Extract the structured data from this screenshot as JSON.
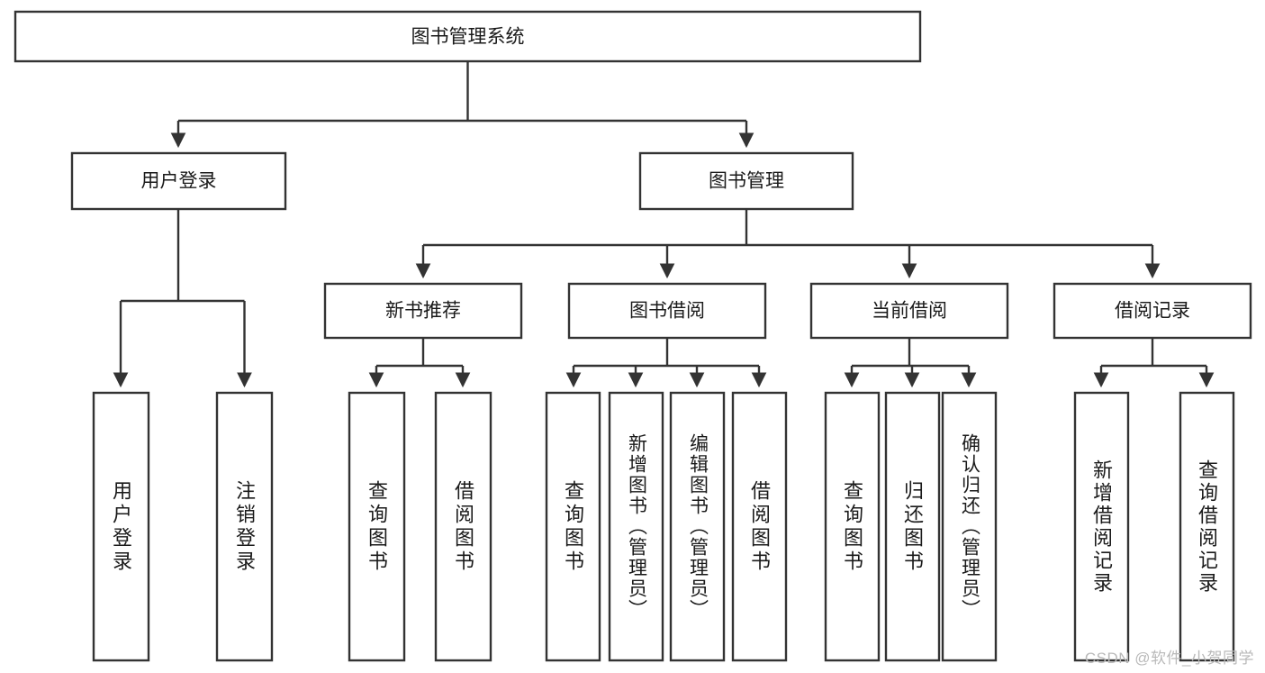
{
  "diagram": {
    "type": "tree-hierarchy",
    "title": "图书管理系统",
    "watermark": "CSDN @软件_小贺同学",
    "colors": {
      "background": "#ffffff",
      "box_stroke": "#333333",
      "box_fill": "#ffffff",
      "text": "#1a1a1a",
      "watermark": "#b9b9b9"
    },
    "levels": {
      "root": {
        "label": "图书管理系统"
      },
      "level1": [
        {
          "id": "user-login",
          "label": "用户登录"
        },
        {
          "id": "book-management",
          "label": "图书管理"
        }
      ],
      "level2": [
        {
          "id": "new-book-recommend",
          "label": "新书推荐",
          "parent": "book-management"
        },
        {
          "id": "book-borrow",
          "label": "图书借阅",
          "parent": "book-management"
        },
        {
          "id": "current-borrow",
          "label": "当前借阅",
          "parent": "book-management"
        },
        {
          "id": "borrow-record",
          "label": "借阅记录",
          "parent": "book-management"
        }
      ],
      "leaves": [
        {
          "id": "leaf-user-login",
          "label": "用户登录",
          "parent": "user-login"
        },
        {
          "id": "leaf-logout-login",
          "label": "注销登录",
          "parent": "user-login"
        },
        {
          "id": "leaf-query-book-1",
          "label": "查询图书",
          "parent": "new-book-recommend"
        },
        {
          "id": "leaf-borrow-book-1",
          "label": "借阅图书",
          "parent": "new-book-recommend"
        },
        {
          "id": "leaf-query-book-2",
          "label": "查询图书",
          "parent": "book-borrow"
        },
        {
          "id": "leaf-add-book",
          "label": "新增图书（管理员）",
          "parent": "book-borrow"
        },
        {
          "id": "leaf-edit-book",
          "label": "编辑图书（管理员）",
          "parent": "book-borrow"
        },
        {
          "id": "leaf-borrow-book-2",
          "label": "借阅图书",
          "parent": "book-borrow"
        },
        {
          "id": "leaf-query-book-3",
          "label": "查询图书",
          "parent": "current-borrow"
        },
        {
          "id": "leaf-return-book",
          "label": "归还图书",
          "parent": "current-borrow"
        },
        {
          "id": "leaf-confirm-return",
          "label": "确认归还（管理员）",
          "parent": "current-borrow"
        },
        {
          "id": "leaf-add-record",
          "label": "新增借阅记录",
          "parent": "borrow-record"
        },
        {
          "id": "leaf-query-record",
          "label": "查询借阅记录",
          "parent": "borrow-record"
        }
      ]
    }
  }
}
